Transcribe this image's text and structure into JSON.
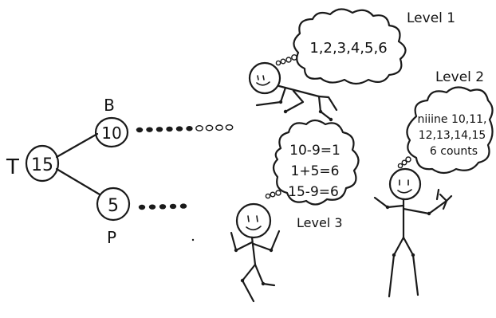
{
  "nodes": {
    "root": {
      "value": "15",
      "label": "T"
    },
    "top": {
      "value": "10",
      "label": "B"
    },
    "bottom": {
      "value": "5",
      "label": "P"
    }
  },
  "bubbles": {
    "level1": {
      "level_label": "Level 1",
      "lines": [
        "1,2,3,4,5,6"
      ]
    },
    "level2": {
      "level_label": "Level 2",
      "lines": [
        "niiine 10,11,",
        "12,13,14,15",
        "6 counts"
      ]
    },
    "level3": {
      "level_label": "Level 3",
      "lines": [
        "10-9=1",
        "1+5=6",
        "15-9=6"
      ]
    }
  }
}
